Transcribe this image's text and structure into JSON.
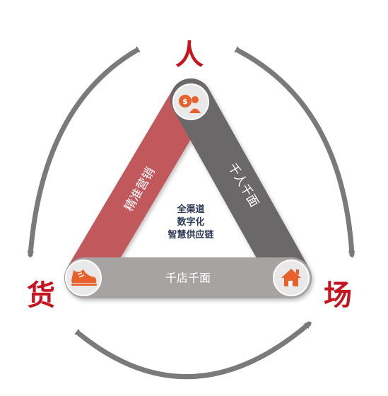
{
  "corners": {
    "top": "人",
    "left": "货",
    "right": "场"
  },
  "edges": {
    "left": "精准营销",
    "right": "千人千面",
    "bottom": "千店千面"
  },
  "center": [
    "全渠道",
    "数字化",
    "智慧供应链"
  ],
  "icons": {
    "top": "person-money-icon",
    "left": "shoe-icon",
    "right": "house-icon"
  },
  "colors": {
    "left_edge": "#c0585c",
    "right_edge": "#6b6767",
    "bottom_edge": "#a7a3a3",
    "accent": "#e8612c",
    "label_red": "#c8141e",
    "arrow_gray": "#7a7a7a"
  }
}
